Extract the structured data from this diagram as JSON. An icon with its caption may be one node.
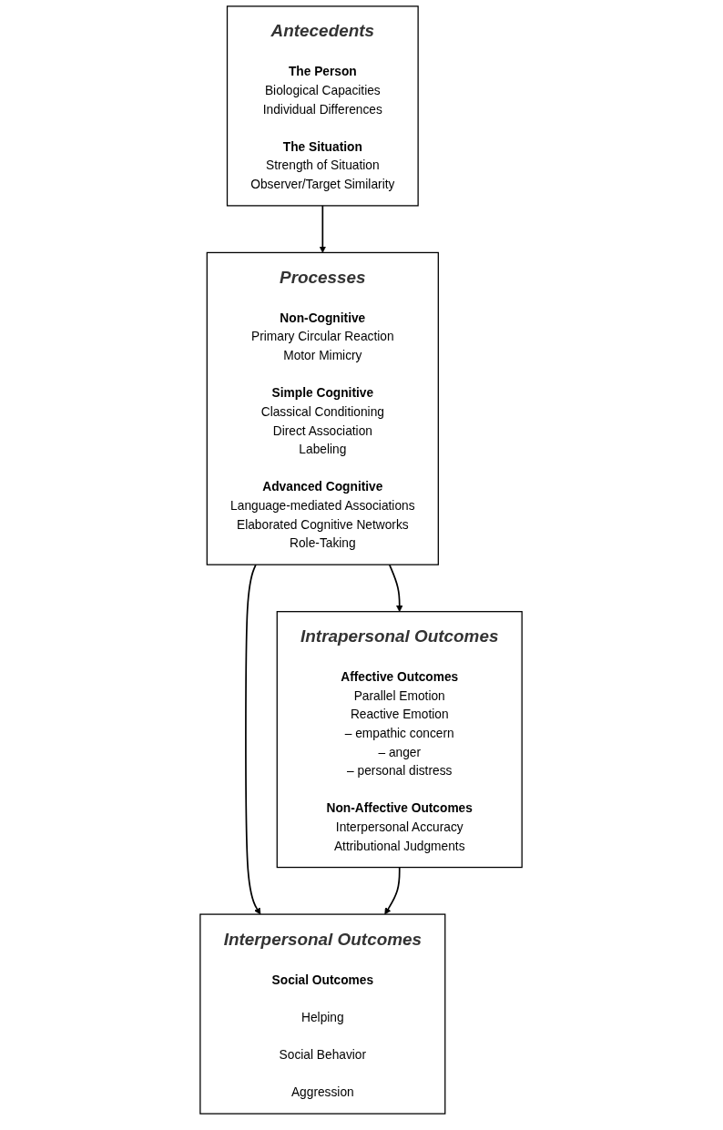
{
  "diagram": {
    "nodes": [
      {
        "text": [
          "Antecedents",
          "The Person",
          "Biological Capacities",
          "Individual Differences",
          "The Situation",
          "Strength of Situation",
          "Observer/Target Similarity"
        ]
      },
      {
        "text": [
          "Processes",
          "Non-Cognitive",
          "Primary Circular Reaction",
          "Motor Mimicry",
          "Simple Cognitive",
          "Classical Conditioning",
          "Direct Association",
          "Labeling",
          "Advanced Cognitive",
          "Language-mediated Associations",
          "Elaborated Cognitive Networks",
          "Role-Taking"
        ]
      },
      {
        "text": [
          "Intrapersonal Outcomes",
          "Affective Outcomes",
          "Parallel Emotion",
          "Reactive Emotion",
          "– empathic concern",
          "– anger",
          "– personal distress",
          "Non-Affective Outcomes",
          "Interpersonal Accuracy",
          "Attributional Judgments"
        ]
      },
      {
        "text": [
          "Interpersonal Outcomes",
          "Social Outcomes",
          "Helping",
          "Social Behavior",
          "Aggression"
        ]
      }
    ],
    "edges": [
      {
        "from": 0,
        "to": 1,
        "arrow": "to"
      },
      {
        "from": 1,
        "to": 2,
        "arrow": "to"
      },
      {
        "from": 1,
        "to": 3,
        "arrow": "to"
      },
      {
        "from": 2,
        "to": 3,
        "arrow": "to"
      }
    ]
  }
}
